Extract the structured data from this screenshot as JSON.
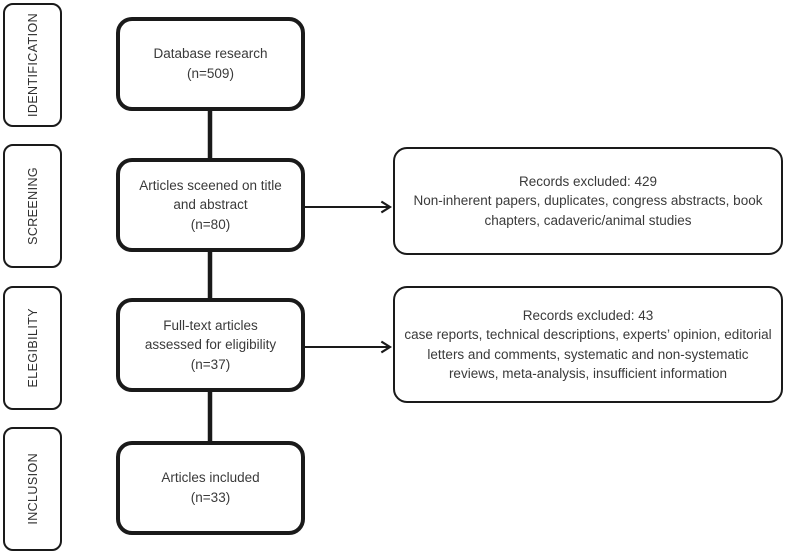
{
  "figure": {
    "background": "#ffffff",
    "line_color": "#1a1a1a",
    "text_color": "#3a3a3a"
  },
  "stages": [
    {
      "label": "IDENTIFICATION"
    },
    {
      "label": "SCREENING"
    },
    {
      "label": "ELEGIBILITY"
    },
    {
      "label": "INCLUSION"
    }
  ],
  "flow": [
    {
      "lines": [
        "Database research",
        "(n=509)"
      ]
    },
    {
      "lines": [
        "Articles sceened on title",
        "and abstract",
        "(n=80)"
      ]
    },
    {
      "lines": [
        "Full-text articles",
        "assessed for eligibility",
        "(n=37)"
      ]
    },
    {
      "lines": [
        "Articles included",
        "(n=33)"
      ]
    }
  ],
  "exclusions": [
    {
      "title": "Records excluded: 429",
      "body": "Non-inherent papers, duplicates, congress abstracts, book chapters, cadaveric/animal studies"
    },
    {
      "title": "Records excluded: 43",
      "body": "case reports, technical descriptions,  experts’ opinion, editorial letters and comments, systematic and non-systematic reviews, meta-analysis, insufficient information"
    }
  ]
}
